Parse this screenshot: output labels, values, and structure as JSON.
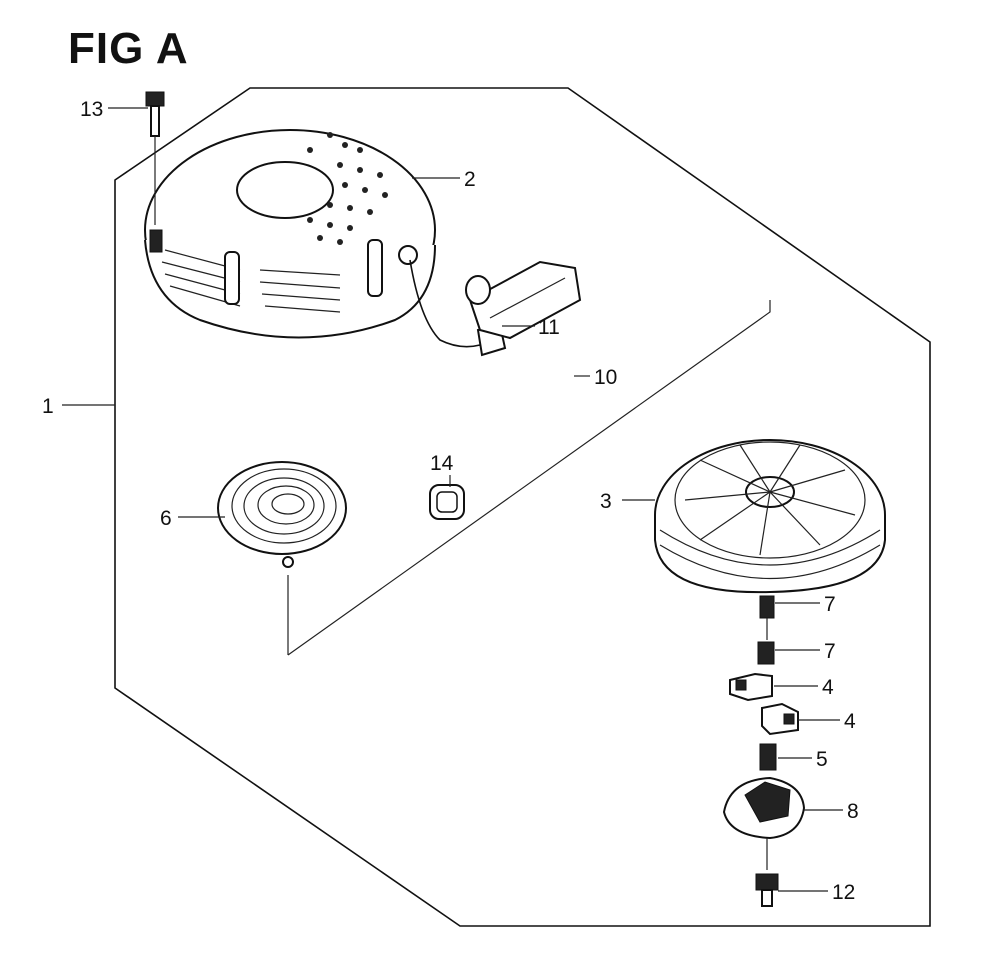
{
  "figure": {
    "title": "FIG A"
  },
  "callouts": [
    {
      "id": "13",
      "text": "13"
    },
    {
      "id": "2",
      "text": "2"
    },
    {
      "id": "11",
      "text": "11"
    },
    {
      "id": "10",
      "text": "10"
    },
    {
      "id": "1",
      "text": "1"
    },
    {
      "id": "14",
      "text": "14"
    },
    {
      "id": "6",
      "text": "6"
    },
    {
      "id": "3",
      "text": "3"
    },
    {
      "id": "7a",
      "text": "7"
    },
    {
      "id": "7b",
      "text": "7"
    },
    {
      "id": "4a",
      "text": "4"
    },
    {
      "id": "4b",
      "text": "4"
    },
    {
      "id": "5",
      "text": "5"
    },
    {
      "id": "8",
      "text": "8"
    },
    {
      "id": "12",
      "text": "12"
    }
  ]
}
